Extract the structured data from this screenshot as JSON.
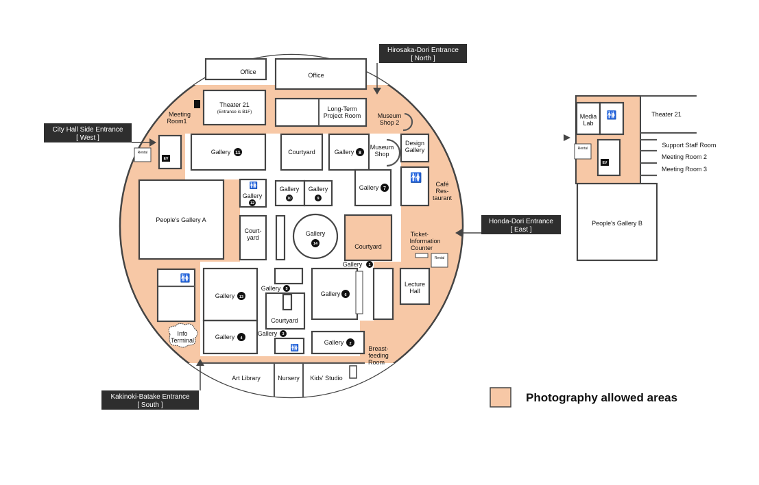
{
  "colors": {
    "photo_area": "#f7c8a6",
    "label_bg": "#2e2e2e",
    "wall": "#444444"
  },
  "entrances": {
    "north": {
      "name": "Hirosaka-Dori Entrance",
      "dir": "[ North ]"
    },
    "west": {
      "name": "City Hall Side Entrance",
      "dir": "[ West ]"
    },
    "east": {
      "name": "Honda-Dori Entrance",
      "dir": "[ East ]"
    },
    "south": {
      "name": "Kakinoki-Batake Entrance",
      "dir": "[ South ]"
    }
  },
  "rooms": {
    "office1": "Office",
    "office2": "Office",
    "theater21": "Theater 21",
    "theater21_note": "(Entrance is B1F)",
    "meeting_room1_a": "Meeting",
    "meeting_room1_b": "Room1",
    "longterm_a": "Long-Term",
    "longterm_b": "Project Room",
    "museum_shop2_a": "Museum",
    "museum_shop2_b": "Shop 2",
    "gallery11": "Gallery",
    "courtyard_top": "Courtyard",
    "gallery8": "Gallery",
    "museum_shop_a": "Museum",
    "museum_shop_b": "Shop",
    "design_gallery_a": "Design",
    "design_gallery_b": "Gallery",
    "gallery7": "Gallery",
    "cafe_a": "Café",
    "cafe_b": "Res-",
    "cafe_c": "taurant",
    "peoples_gallery_a": "People's Gallery A",
    "gallery12": "Gallery",
    "gallery10": "Gallery",
    "gallery9": "Gallery",
    "courtyard_left_a": "Court-",
    "courtyard_left_b": "yard",
    "gallery14": "Gallery",
    "courtyard_right": "Courtyard",
    "ticket_a": "Ticket·",
    "ticket_b": "Information",
    "ticket_c": "Counter",
    "gallery1": "Gallery",
    "gallery13": "Gallery",
    "gallery5": "Gallery",
    "courtyard_mid": "Courtyard",
    "gallery6": "Gallery",
    "lecture_a": "Lecture",
    "lecture_b": "Hall",
    "info_a": "Info",
    "info_b": "Terminal",
    "gallery4": "Gallery",
    "gallery3": "Gallery",
    "gallery2": "Gallery",
    "breast_a": "Breast-",
    "breast_b": "feeding",
    "breast_c": "Room",
    "art_library": "Art Library",
    "nursery": "Nursery",
    "kids_studio": "Kids' Studio",
    "rental": "Rental",
    "ev": "EV"
  },
  "gallery_numbers": {
    "g1": "1",
    "g2": "2",
    "g3": "3",
    "g4": "4",
    "g5": "5",
    "g6": "6",
    "g7": "7",
    "g8": "8",
    "g9": "9",
    "g10": "10",
    "g11": "11",
    "g12": "12",
    "g13": "13",
    "g14": "14"
  },
  "side_panel": {
    "media_lab_a": "Media",
    "media_lab_b": "Lab",
    "theater21": "Theater 21",
    "support_staff": "Support Staff Room",
    "meeting2": "Meeting Room 2",
    "meeting3": "Meeting Room 3",
    "peoples_gallery_b": "People's Gallery B",
    "rental": "Rental",
    "ev": "EV"
  },
  "legend": {
    "label": "Photography allowed areas"
  }
}
